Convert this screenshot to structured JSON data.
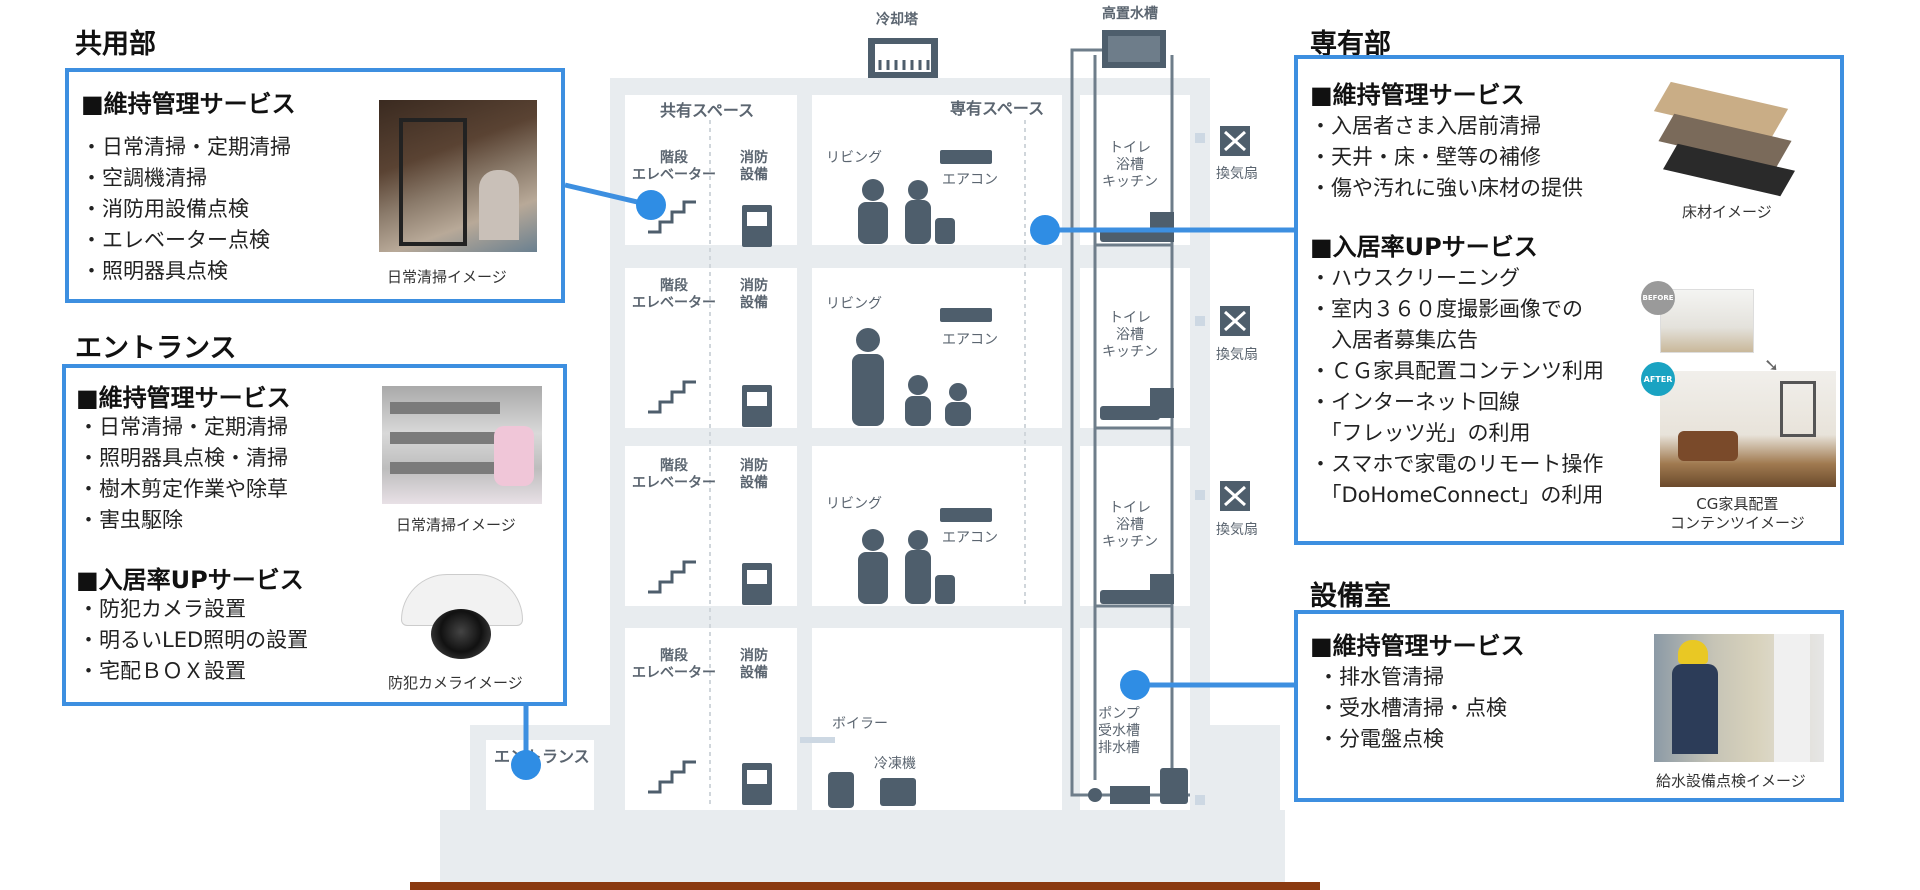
{
  "common": {
    "heading": "共用部",
    "subtitle": "■維持管理サービス",
    "items": [
      "・日常清掃・定期清掃",
      "・空調機清掃",
      "・消防用設備点検",
      "・エレベーター点検",
      "・照明器具点検"
    ],
    "caption": "日常清掃イメージ"
  },
  "entrance_section": {
    "heading": "エントランス",
    "maint_title": "■維持管理サービス",
    "maint_items": [
      "・日常清掃・定期清掃",
      "・照明器具点検・清掃",
      "・樹木剪定作業や除草",
      "・害虫駆除"
    ],
    "maint_caption": "日常清掃イメージ",
    "up_title": "■入居率UPサービス",
    "up_items": [
      "・防犯カメラ設置",
      "・明るいLED照明の設置",
      "・宅配ＢＯＸ設置"
    ],
    "up_caption": "防犯カメライメージ"
  },
  "private": {
    "heading": "専有部",
    "maint_title": "■維持管理サービス",
    "maint_items": [
      "・入居者さま入居前清掃",
      "・天井・床・壁等の補修",
      "・傷や汚れに強い床材の提供"
    ],
    "floor_caption": "床材イメージ",
    "up_title": "■入居率UPサービス",
    "up_items": [
      "・ハウスクリーニング",
      "・室内３６０度撮影画像での",
      "　入居者募集広告",
      "・ＣＧ家具配置コンテンツ利用",
      "・インターネット回線",
      "　「フレッツ光」の利用",
      "・スマホで家電のリモート操作",
      "　「DoHomeConnect」の利用"
    ],
    "before_label": "BEFORE",
    "after_label": "AFTER",
    "cg_caption_1": "CG家具配置",
    "cg_caption_2": "コンテンツイメージ"
  },
  "equipment": {
    "heading": "設備室",
    "maint_title": "■維持管理サービス",
    "items": [
      "・排水管清掃",
      "・受水槽清掃・点検",
      "・分電盤点検"
    ],
    "caption": "給水設備点検イメージ"
  },
  "building": {
    "cooling_tower": "冷却塔",
    "elevated_tank": "高置水槽",
    "shared_space": "共有スペース",
    "private_space": "専有スペース",
    "stairs_1": "階段",
    "stairs_2": "エレベーター",
    "fire_1": "消防",
    "fire_2": "設備",
    "living": "リビング",
    "aircon": "エアコン",
    "wet_1": "トイレ",
    "wet_2": "浴槽",
    "wet_3": "キッチン",
    "fan": "換気扇",
    "boiler": "ボイラー",
    "chiller": "冷凍機",
    "entrance": "エントランス",
    "pump_1": "ポンプ",
    "pump_2": "受水槽",
    "pump_3": "排水槽"
  },
  "colors": {
    "accent": "#3d8fe0",
    "dot": "#2f8de4",
    "building": "#e8ecef",
    "icon": "#4e5e6c",
    "ground": "#8a3a10"
  }
}
